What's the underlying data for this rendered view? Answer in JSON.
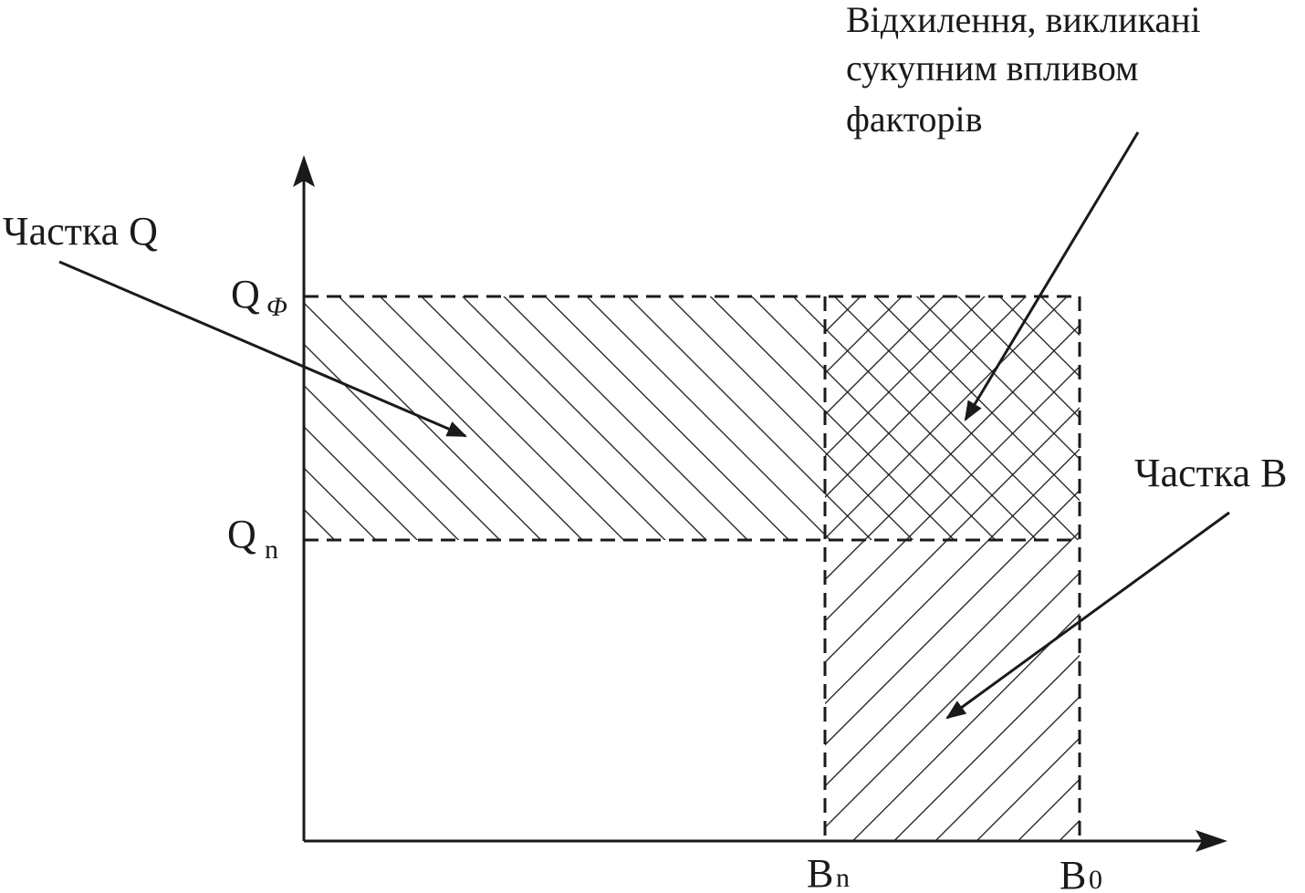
{
  "labels": {
    "share_q": "Частка Q",
    "share_b": "Частка B",
    "combined_note": [
      "Відхилення, викликані",
      "сукупним впливом",
      "факторів"
    ],
    "q_f_main": "Q",
    "q_f_sub": "Φ",
    "q_n_main": "Q",
    "q_n_sub": "n",
    "b_n_main": "B",
    "b_n_sub": "n",
    "b_0_main": "B",
    "b_0_sub": "0"
  },
  "colors": {
    "line": "#1a1a1a",
    "background": "#ffffff"
  }
}
